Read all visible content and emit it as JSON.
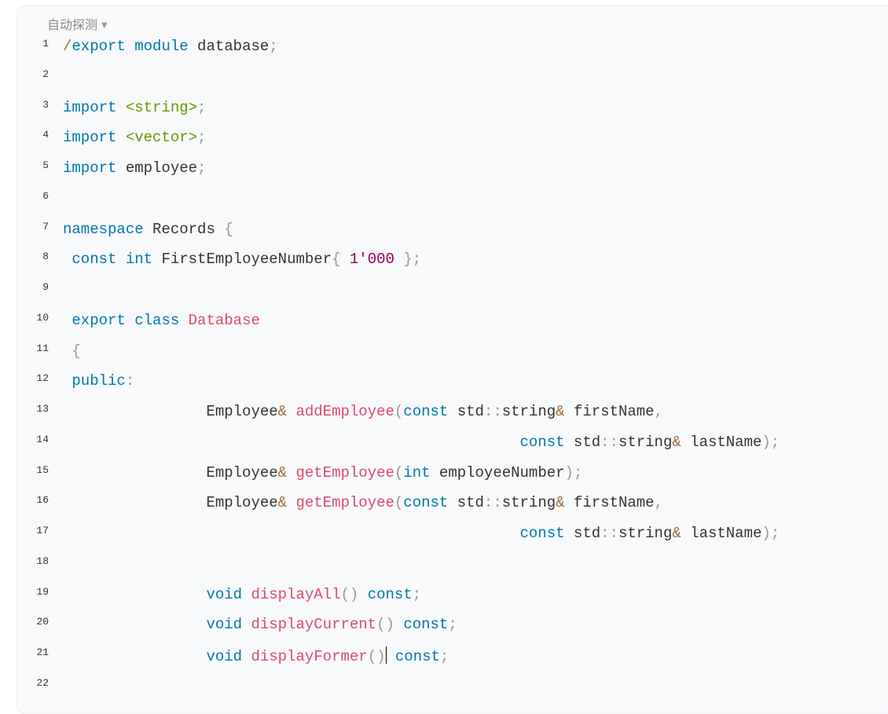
{
  "language_selector": {
    "label": "自动探测",
    "icon": "triangle-down-icon"
  },
  "code_lines": [
    [
      [
        "operator",
        "/"
      ],
      [
        "keyword",
        "export"
      ],
      [
        "text",
        " "
      ],
      [
        "keyword",
        "module"
      ],
      [
        "text",
        " database"
      ],
      [
        "punct",
        ";"
      ]
    ],
    [],
    [
      [
        "keyword",
        "import"
      ],
      [
        "text",
        " "
      ],
      [
        "string",
        "<string>"
      ],
      [
        "punct",
        ";"
      ]
    ],
    [
      [
        "keyword",
        "import"
      ],
      [
        "text",
        " "
      ],
      [
        "string",
        "<vector>"
      ],
      [
        "punct",
        ";"
      ]
    ],
    [
      [
        "keyword",
        "import"
      ],
      [
        "text",
        " employee"
      ],
      [
        "punct",
        ";"
      ]
    ],
    [],
    [
      [
        "keyword",
        "namespace"
      ],
      [
        "text",
        " Records "
      ],
      [
        "punct",
        "{"
      ]
    ],
    [
      [
        "text",
        " "
      ],
      [
        "keyword",
        "const"
      ],
      [
        "text",
        " "
      ],
      [
        "keyword",
        "int"
      ],
      [
        "text",
        " FirstEmployeeNumber"
      ],
      [
        "punct",
        "{"
      ],
      [
        "text",
        " "
      ],
      [
        "number",
        "1'000"
      ],
      [
        "text",
        " "
      ],
      [
        "punct",
        "};"
      ]
    ],
    [],
    [
      [
        "text",
        " "
      ],
      [
        "keyword",
        "export"
      ],
      [
        "text",
        " "
      ],
      [
        "keyword",
        "class"
      ],
      [
        "text",
        " "
      ],
      [
        "cls",
        "Database"
      ]
    ],
    [
      [
        "text",
        " "
      ],
      [
        "punct",
        "{"
      ]
    ],
    [
      [
        "text",
        " "
      ],
      [
        "keyword",
        "public"
      ],
      [
        "punct",
        ":"
      ]
    ],
    [
      [
        "text",
        "                Employee"
      ],
      [
        "operator",
        "&"
      ],
      [
        "text",
        " "
      ],
      [
        "function",
        "addEmployee"
      ],
      [
        "punct",
        "("
      ],
      [
        "keyword",
        "const"
      ],
      [
        "text",
        " std"
      ],
      [
        "punct",
        "::"
      ],
      [
        "text",
        "string"
      ],
      [
        "operator",
        "&"
      ],
      [
        "text",
        " firstName"
      ],
      [
        "punct",
        ","
      ]
    ],
    [
      [
        "text",
        "                                                   "
      ],
      [
        "keyword",
        "const"
      ],
      [
        "text",
        " std"
      ],
      [
        "punct",
        "::"
      ],
      [
        "text",
        "string"
      ],
      [
        "operator",
        "&"
      ],
      [
        "text",
        " lastName"
      ],
      [
        "punct",
        ");"
      ]
    ],
    [
      [
        "text",
        "                Employee"
      ],
      [
        "operator",
        "&"
      ],
      [
        "text",
        " "
      ],
      [
        "function",
        "getEmployee"
      ],
      [
        "punct",
        "("
      ],
      [
        "keyword",
        "int"
      ],
      [
        "text",
        " employeeNumber"
      ],
      [
        "punct",
        ");"
      ]
    ],
    [
      [
        "text",
        "                Employee"
      ],
      [
        "operator",
        "&"
      ],
      [
        "text",
        " "
      ],
      [
        "function",
        "getEmployee"
      ],
      [
        "punct",
        "("
      ],
      [
        "keyword",
        "const"
      ],
      [
        "text",
        " std"
      ],
      [
        "punct",
        "::"
      ],
      [
        "text",
        "string"
      ],
      [
        "operator",
        "&"
      ],
      [
        "text",
        " firstName"
      ],
      [
        "punct",
        ","
      ]
    ],
    [
      [
        "text",
        "                                                   "
      ],
      [
        "keyword",
        "const"
      ],
      [
        "text",
        " std"
      ],
      [
        "punct",
        "::"
      ],
      [
        "text",
        "string"
      ],
      [
        "operator",
        "&"
      ],
      [
        "text",
        " lastName"
      ],
      [
        "punct",
        ");"
      ]
    ],
    [],
    [
      [
        "text",
        "                "
      ],
      [
        "keyword",
        "void"
      ],
      [
        "text",
        " "
      ],
      [
        "function",
        "displayAll"
      ],
      [
        "punct",
        "()"
      ],
      [
        "text",
        " "
      ],
      [
        "keyword",
        "const"
      ],
      [
        "punct",
        ";"
      ]
    ],
    [
      [
        "text",
        "                "
      ],
      [
        "keyword",
        "void"
      ],
      [
        "text",
        " "
      ],
      [
        "function",
        "displayCurrent"
      ],
      [
        "punct",
        "()"
      ],
      [
        "text",
        " "
      ],
      [
        "keyword",
        "const"
      ],
      [
        "punct",
        ";"
      ]
    ],
    [
      [
        "text",
        "                "
      ],
      [
        "keyword",
        "void"
      ],
      [
        "text",
        " "
      ],
      [
        "function",
        "displayFormer"
      ],
      [
        "punct",
        "()"
      ],
      [
        "cursor",
        ""
      ],
      [
        "text",
        " "
      ],
      [
        "keyword",
        "const"
      ],
      [
        "punct",
        ";"
      ]
    ],
    []
  ]
}
